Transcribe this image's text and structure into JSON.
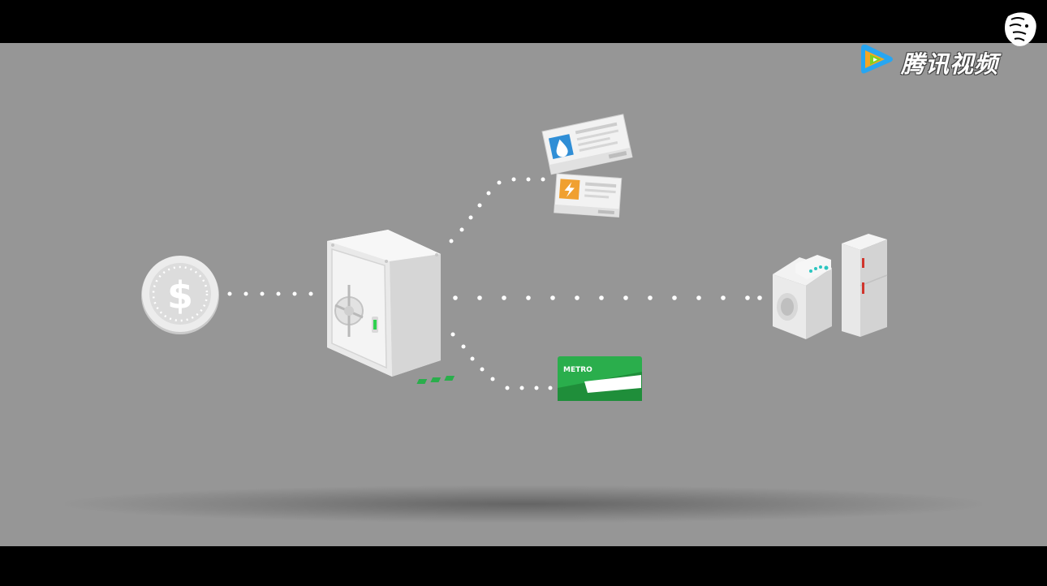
{
  "watermark": {
    "text": "腾讯视频",
    "icon": "play-triangle-icon",
    "brand_colors": [
      "#27a6f2",
      "#f5a623",
      "#7ed321"
    ]
  },
  "corner_emblem": {
    "icon": "lion-head-icon"
  },
  "scene": {
    "background_color": "#969696",
    "letterbox_color": "#000000",
    "items": [
      {
        "name": "coin",
        "icon": "dollar-coin-icon",
        "symbol": "$"
      },
      {
        "name": "safe",
        "icon": "safe-vault-icon"
      },
      {
        "name": "water-bill",
        "icon": "water-drop-icon",
        "accent": "#2f8ed6"
      },
      {
        "name": "electric-bill",
        "icon": "lightning-bolt-icon",
        "accent": "#f0a030"
      },
      {
        "name": "metro-card",
        "icon": "train-icon",
        "label": "METRO",
        "accent": "#22a84a"
      },
      {
        "name": "appliances",
        "icon": "washer-fridge-icon",
        "accent": "#d0342c"
      }
    ]
  }
}
